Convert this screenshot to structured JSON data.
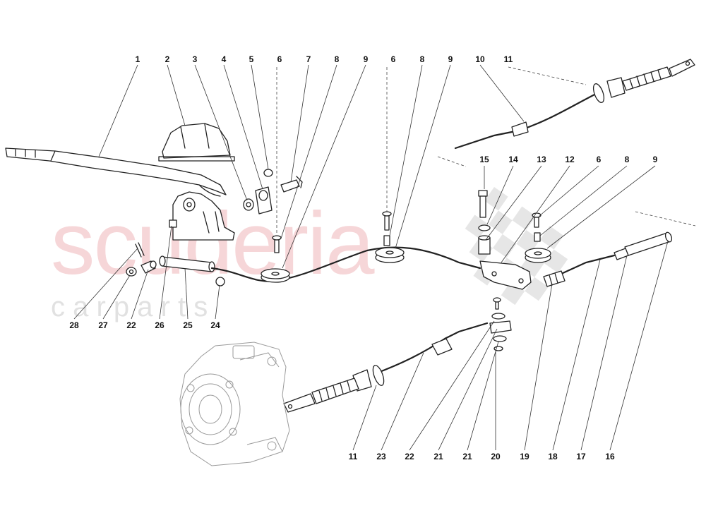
{
  "watermark": {
    "main": "scuderia",
    "sub": "c a r   p a r t s"
  },
  "callouts": [
    {
      "id": "c1",
      "text": "1"
    },
    {
      "id": "c2",
      "text": "2"
    },
    {
      "id": "c3",
      "text": "3"
    },
    {
      "id": "c4",
      "text": "4"
    },
    {
      "id": "c5",
      "text": "5"
    },
    {
      "id": "c6a",
      "text": "6"
    },
    {
      "id": "c7",
      "text": "7"
    },
    {
      "id": "c8a",
      "text": "8"
    },
    {
      "id": "c9a",
      "text": "9"
    },
    {
      "id": "c6b",
      "text": "6"
    },
    {
      "id": "c8b",
      "text": "8"
    },
    {
      "id": "c9b",
      "text": "9"
    },
    {
      "id": "c10",
      "text": "10"
    },
    {
      "id": "c11a",
      "text": "11"
    },
    {
      "id": "c15",
      "text": "15"
    },
    {
      "id": "c14",
      "text": "14"
    },
    {
      "id": "c13",
      "text": "13"
    },
    {
      "id": "c12",
      "text": "12"
    },
    {
      "id": "c6c",
      "text": "6"
    },
    {
      "id": "c8c",
      "text": "8"
    },
    {
      "id": "c9c",
      "text": "9"
    },
    {
      "id": "c28",
      "text": "28"
    },
    {
      "id": "c27",
      "text": "27"
    },
    {
      "id": "c22a",
      "text": "22"
    },
    {
      "id": "c26",
      "text": "26"
    },
    {
      "id": "c25",
      "text": "25"
    },
    {
      "id": "c24",
      "text": "24"
    },
    {
      "id": "c11b",
      "text": "11"
    },
    {
      "id": "c23",
      "text": "23"
    },
    {
      "id": "c22b",
      "text": "22"
    },
    {
      "id": "c21a",
      "text": "21"
    },
    {
      "id": "c21b",
      "text": "21"
    },
    {
      "id": "c20",
      "text": "20"
    },
    {
      "id": "c19",
      "text": "19"
    },
    {
      "id": "c18",
      "text": "18"
    },
    {
      "id": "c17",
      "text": "17"
    },
    {
      "id": "c16",
      "text": "16"
    }
  ]
}
